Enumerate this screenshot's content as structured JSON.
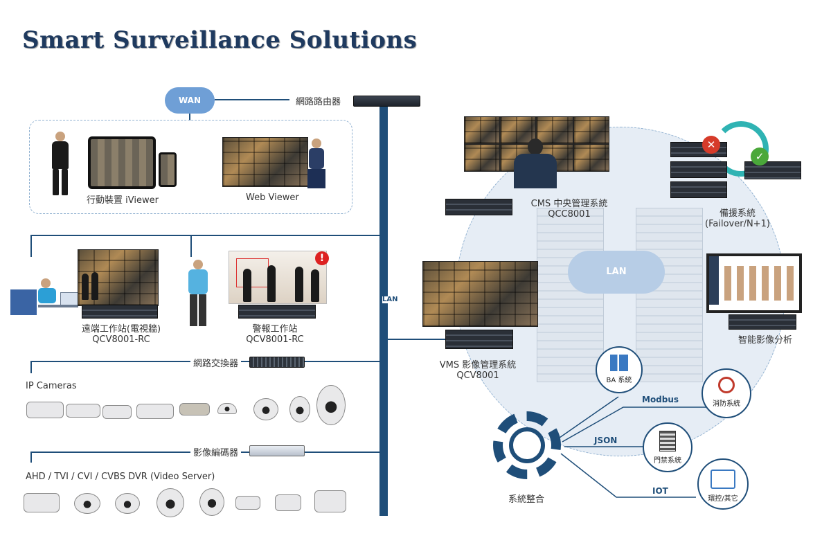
{
  "title": "Smart Surveillance Solutions",
  "left": {
    "wan": "WAN",
    "router": "網路路由器",
    "mobile_viewer": "行動裝置 iViewer",
    "web_viewer": "Web Viewer",
    "remote_ws_line1": "遠端工作站(電視牆)",
    "remote_ws_line2": "QCV8001-RC",
    "alarm_ws_line1": "警報工作站",
    "alarm_ws_line2": "QCV8001-RC",
    "switch": "網路交換器",
    "ip_cameras": "IP Cameras",
    "encoder": "影像編碼器",
    "dvr": "AHD / TVI / CVI / CVBS DVR (Video Server)",
    "lan_vertical": "LAN"
  },
  "right": {
    "cms_line1": "CMS 中央管理系統",
    "cms_line2": "QCC8001",
    "backup_line1": "備援系統",
    "backup_line2": "(Failover/N+1)",
    "lan": "LAN",
    "vms_line1": "VMS 影像管理系統",
    "vms_line2": "QCV8001",
    "analytics": "智能影像分析",
    "integration": "系統整合",
    "ba": "BA 系統",
    "fire": "消防系統",
    "access": "門禁系統",
    "env": "環控/其它",
    "modbus": "Modbus",
    "json": "JSON",
    "iot": "IOT"
  },
  "colors": {
    "title": "#1f3a5f",
    "lines": "#1f4e79",
    "wan_cloud": "#6f9fd6",
    "bg_circle": "#e6edf5"
  }
}
